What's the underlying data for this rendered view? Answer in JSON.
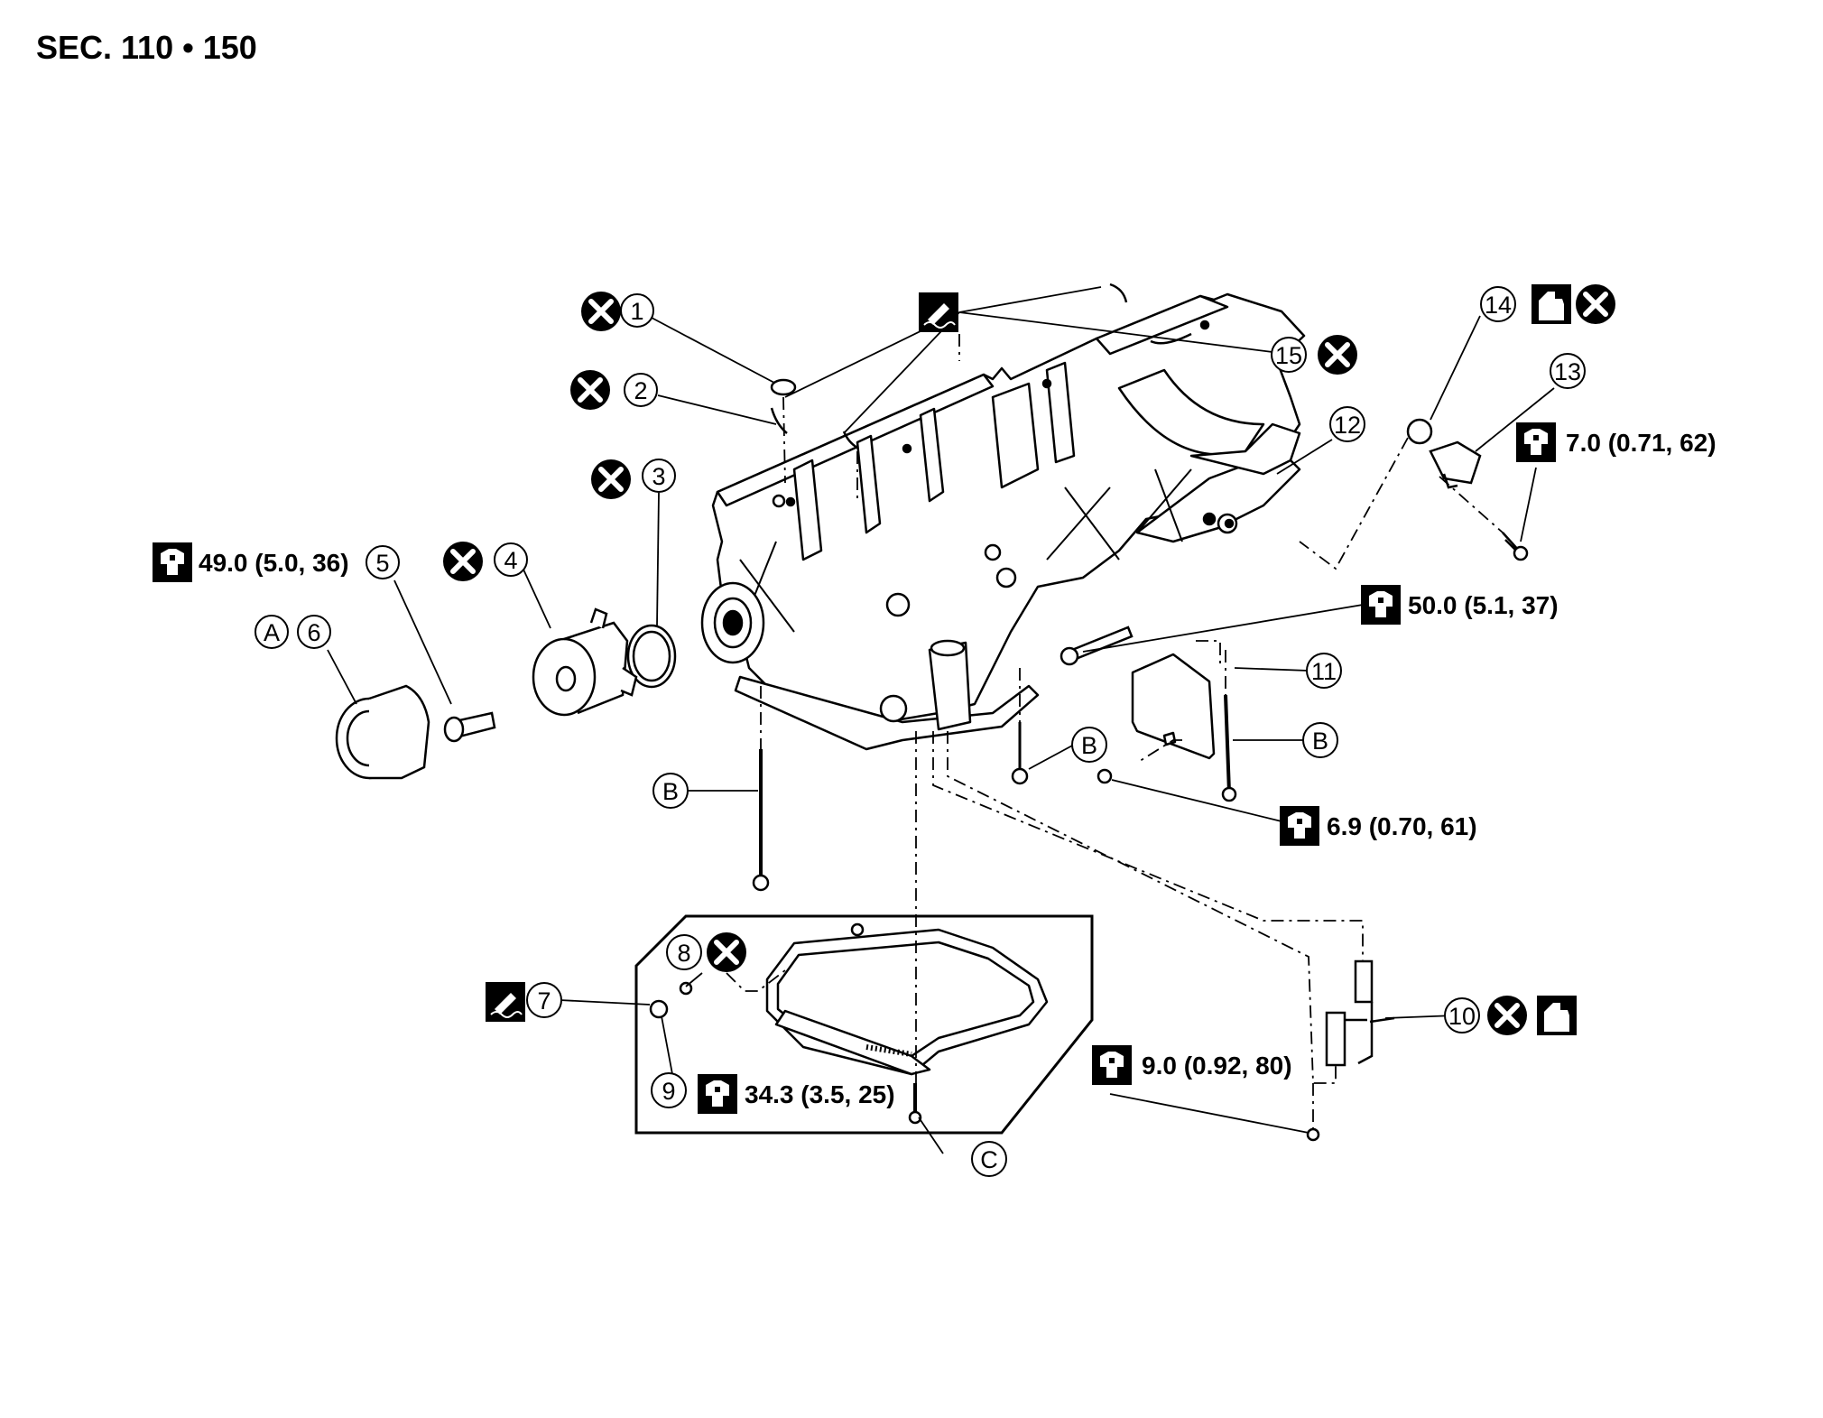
{
  "section_title": "SEC. 110 • 150",
  "callouts": {
    "c1": "1",
    "c2": "2",
    "c3": "3",
    "c4": "4",
    "c5": "5",
    "c6": "6",
    "c7": "7",
    "c8": "8",
    "c9": "9",
    "c10": "10",
    "c11": "11",
    "c12": "12",
    "c13": "13",
    "c14": "14",
    "c15": "15",
    "cA": "A",
    "cB1": "B",
    "cB2": "B",
    "cB3": "B",
    "cC": "C"
  },
  "torques": {
    "t5": "49.0 (5.0, 36)",
    "t9": "34.3 (3.5, 25)",
    "t13": "7.0 (0.71, 62)",
    "t_bolt": "50.0 (5.1, 37)",
    "t_cover": "6.9 (0.70, 61)",
    "t10": "9.0 (0.92, 80)"
  },
  "icons": {
    "replace": "do-not-reuse-x-icon",
    "wrench": "torque-wrench-icon",
    "sealant": "liquid-gasket-icon",
    "oil": "engine-oil-icon"
  }
}
